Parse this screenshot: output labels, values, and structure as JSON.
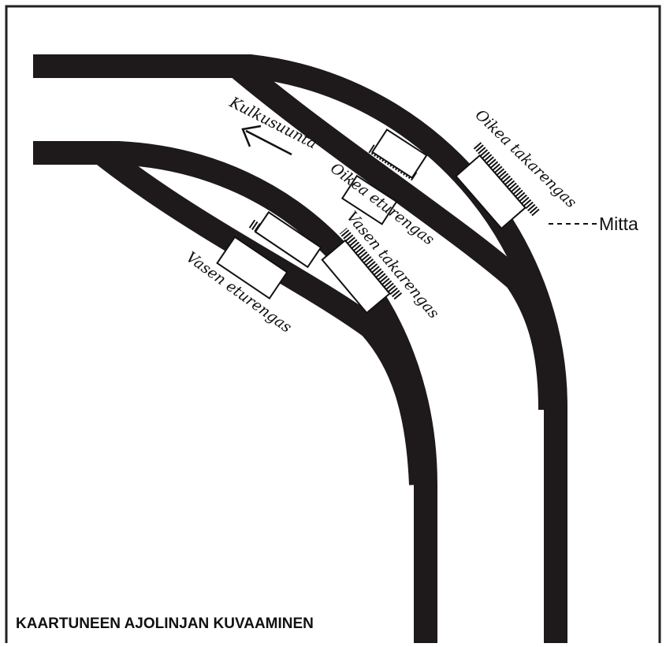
{
  "diagram": {
    "title": "KAARTUNEEN AJOLINJAN KUVAAMINEN",
    "direction_label": "Kulkusuunta",
    "measure_label": "Mitta",
    "tires": {
      "right_front": "Oikea eturengas",
      "right_rear": "Oikea takarengas",
      "left_front": "Vasen eturengas",
      "left_rear": "Vasen takarengas"
    },
    "colors": {
      "track": "#1e1a1b",
      "frame": "#222222",
      "background": "#ffffff"
    }
  }
}
